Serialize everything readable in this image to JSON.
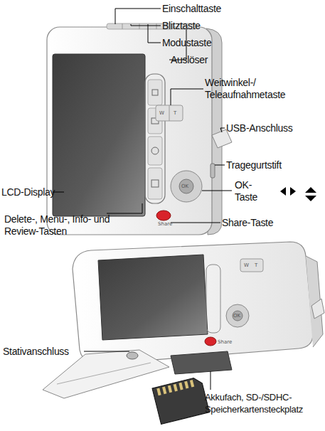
{
  "diagram": {
    "labels": [
      "Einschalttaste",
      "Blitztaste",
      "Modustaste",
      "Auslöser",
      "Weitwinkel-/ Teleaufnahmetaste",
      "USB-Anschluss",
      "Tragegurtstift",
      "LCD-Display",
      "OK- Taste",
      "Delete-, Menu-, Info- und Review-Tasten",
      "Share-Taste",
      "Stativanschluss",
      "Akkufach, SD-/SDHC- Speicherkartensteckplatz",
      "W",
      "T",
      "OK",
      "Share",
      "W",
      "T",
      "OK",
      "Share"
    ]
  }
}
